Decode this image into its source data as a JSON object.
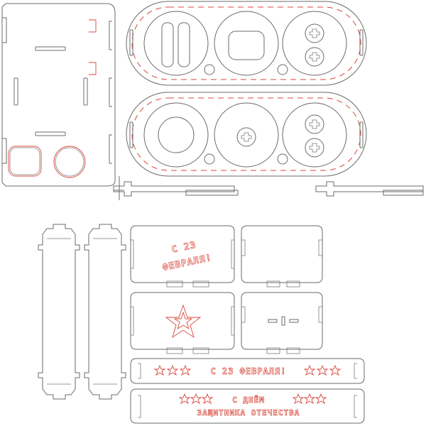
{
  "sheet": {
    "background": "#ffffff",
    "cut_color": "#6b6b6b",
    "engrave_color": "#d9473b"
  },
  "engravings": {
    "front_panel_line1": "С 23",
    "front_panel_line2": "ФЕВРАЛЯ!",
    "band1_text": "С 23 ФЕВРАЛЯ!",
    "band2_line1": "С ДНЁМ",
    "band2_line2": "ЗАЩИТНИКА ОТЕЧЕСТВА"
  }
}
